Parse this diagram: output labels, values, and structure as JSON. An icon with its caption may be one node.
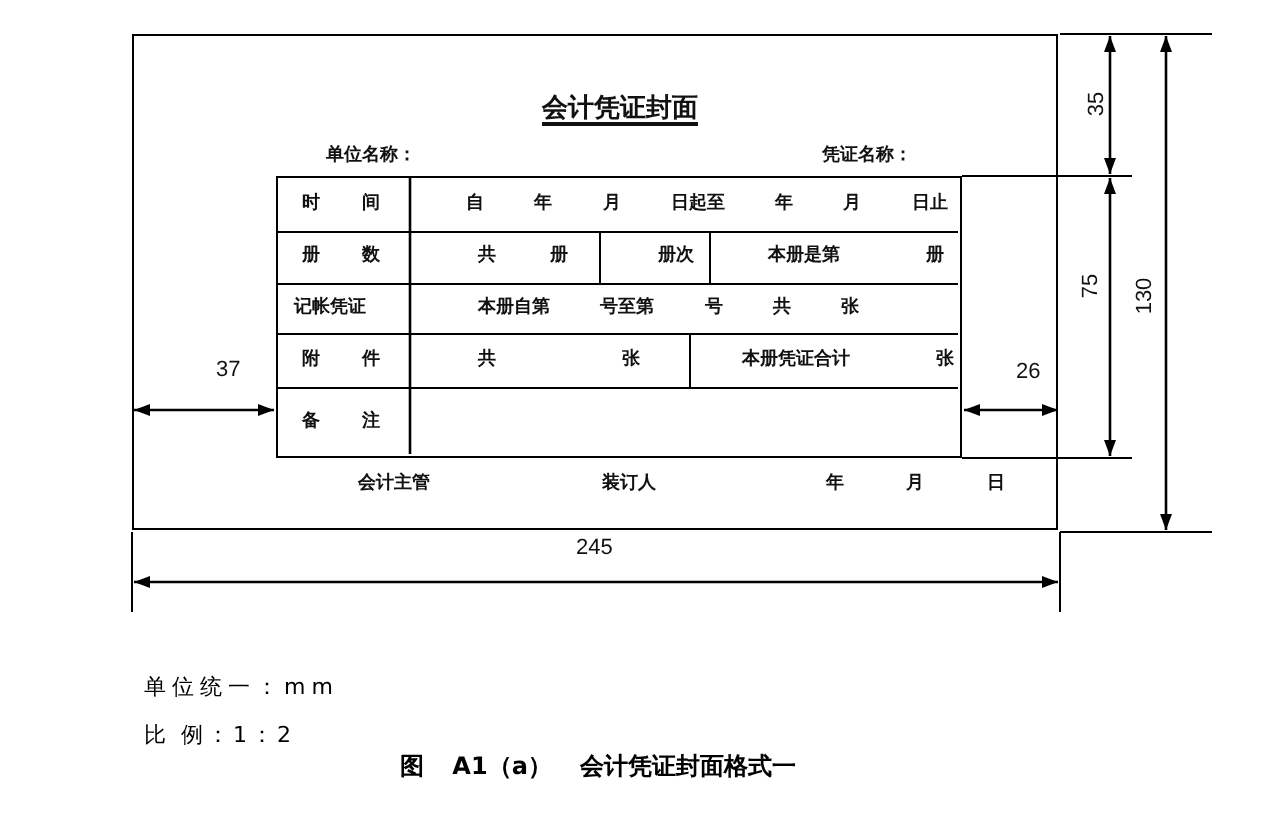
{
  "diagram": {
    "caption": "图 A1（a） 会计凭证封面格式一",
    "nodes": [
      {
        "text": [
          "会计凭证封面",
          "单位名称：",
          "凭证名称：",
          "会计主管",
          "装订人",
          "年 月 日"
        ]
      }
    ],
    "labels": [
      "35",
      "时 间",
      "自 年 月 日起至 年 月 日止",
      "册 数",
      "共 册",
      "册次",
      "本册是第 册",
      "记帐凭证",
      "本册自第 号至第 号 共 张",
      "75",
      "130",
      "37",
      "附 件",
      "共 张",
      "本册凭证合计 张",
      "26",
      "备 注",
      "245",
      "单位统一：mm",
      "比 例：1：2"
    ]
  }
}
